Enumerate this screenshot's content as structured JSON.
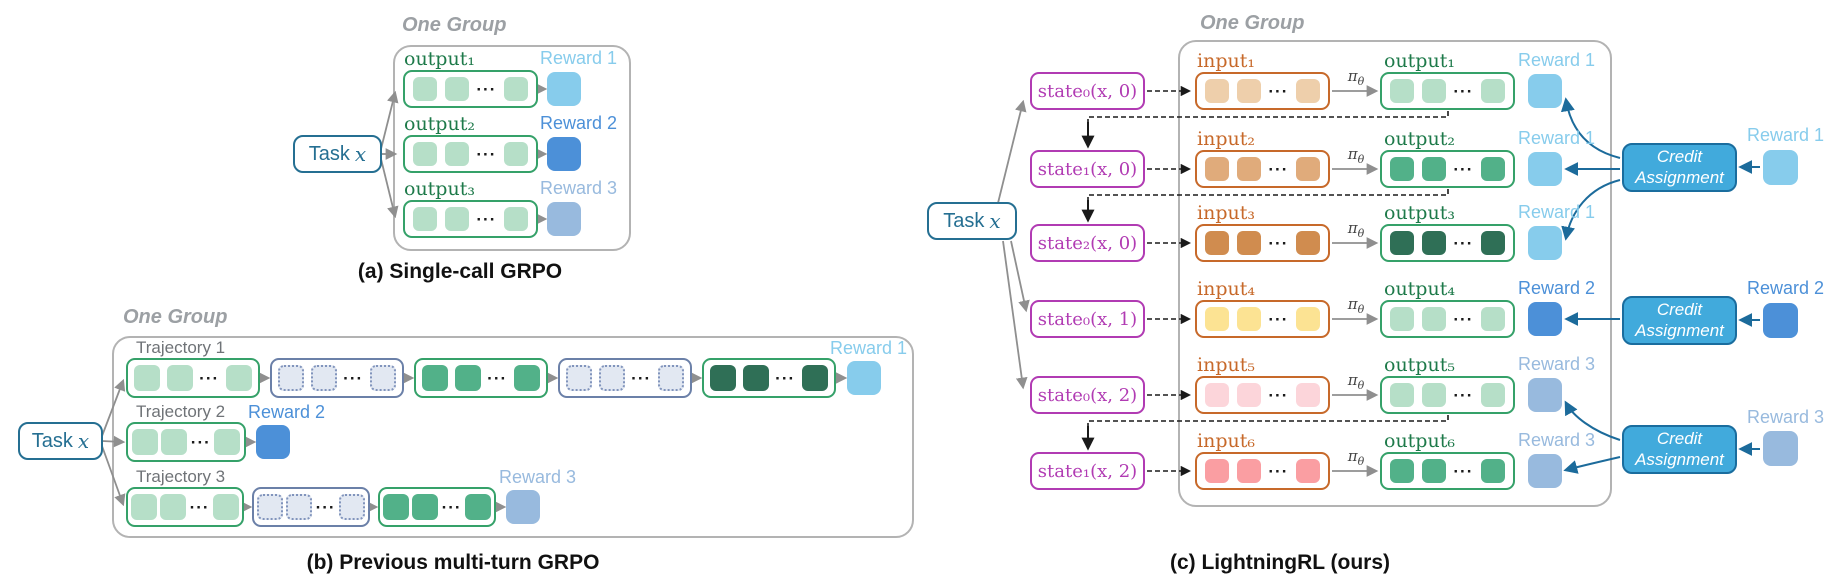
{
  "glyphs": {
    "dots": "···"
  },
  "colors": {
    "task_blue": "#256F92",
    "green_border": "#35A169",
    "green_text": "#1E7A4A",
    "green_light": "#B6DFC8",
    "green_mid": "#52B189",
    "green_dark": "#2F6F56",
    "dotted_border": "#6B80A8",
    "dotted_fill": "#E2E8F2",
    "orange": "#C7692A",
    "magenta": "#B13BB3",
    "reward1_blue": "#87CCEC",
    "reward2_blue": "#4C90D8",
    "reward3_blue": "#98BADE",
    "credit_fill": "#41AADC",
    "credit_border": "#1A6D9E",
    "arrow_teal": "#1C6B9B",
    "group_gray": "#9CA0A4"
  },
  "panel_a": {
    "group_label": "One Group",
    "caption": "(a) Single-call GRPO",
    "task_label": "Task",
    "task_var": "x",
    "rows": [
      {
        "output_label": "output₁",
        "square_color": "#B6DFC8",
        "reward_label": "Reward 1",
        "reward_color": "#87CCEC"
      },
      {
        "output_label": "output₂",
        "square_color": "#B6DFC8",
        "reward_label": "Reward 2",
        "reward_color": "#4C90D8"
      },
      {
        "output_label": "output₃",
        "square_color": "#B6DFC8",
        "reward_label": "Reward 3",
        "reward_color": "#98BADE"
      }
    ]
  },
  "panel_b": {
    "group_label": "One Group",
    "caption": "(b) Previous multi-turn GRPO",
    "task_label": "Task",
    "task_var": "x",
    "rows": [
      {
        "label": "Trajectory 1",
        "reward_label": "Reward 1",
        "reward_color": "#87CCEC"
      },
      {
        "label": "Trajectory 2",
        "reward_label": "Reward 2",
        "reward_color": "#4C90D8"
      },
      {
        "label": "Trajectory 3",
        "reward_label": "Reward 3",
        "reward_color": "#98BADE"
      }
    ]
  },
  "panel_c": {
    "group_label": "One Group",
    "caption": "(c) LightningRL (ours)",
    "task_label": "Task",
    "task_var": "x",
    "pi": "π",
    "theta": "θ",
    "rows": [
      {
        "state": "state₀(x, 0)",
        "input_label": "input₁",
        "input_color": "#EECFAB",
        "output_label": "output₁",
        "output_color": "#B6DFC8",
        "reward_label": "Reward 1",
        "reward_color": "#87CCEC"
      },
      {
        "state": "state₁(x, 0)",
        "input_label": "input₂",
        "input_color": "#E0AB7B",
        "output_label": "output₂",
        "output_color": "#52B189",
        "reward_label": "Reward 1",
        "reward_color": "#87CCEC"
      },
      {
        "state": "state₂(x, 0)",
        "input_label": "input₃",
        "input_color": "#D08C4F",
        "output_label": "output₃",
        "output_color": "#2F6F56",
        "reward_label": "Reward 1",
        "reward_color": "#87CCEC"
      },
      {
        "state": "state₀(x, 1)",
        "input_label": "input₄",
        "input_color": "#FCE393",
        "output_label": "output₄",
        "output_color": "#B6DFC8",
        "reward_label": "Reward 2",
        "reward_color": "#4C90D8"
      },
      {
        "state": "state₀(x, 2)",
        "input_label": "input₅",
        "input_color": "#FCD5DA",
        "output_label": "output₅",
        "output_color": "#B6DFC8",
        "reward_label": "Reward 3",
        "reward_color": "#98BADE"
      },
      {
        "state": "state₁(x, 2)",
        "input_label": "input₆",
        "input_color": "#FA9EA2",
        "output_label": "output₆",
        "output_color": "#52B189",
        "reward_label": "Reward 3",
        "reward_color": "#98BADE"
      }
    ],
    "ca_groups": [
      {
        "label": "Credit Assignment",
        "reward_label": "Reward 1",
        "reward_color": "#87CCEC"
      },
      {
        "label": "Credit Assignment",
        "reward_label": "Reward 2",
        "reward_color": "#4C90D8"
      },
      {
        "label": "Credit Assignment",
        "reward_label": "Reward 3",
        "reward_color": "#98BADE"
      }
    ]
  }
}
